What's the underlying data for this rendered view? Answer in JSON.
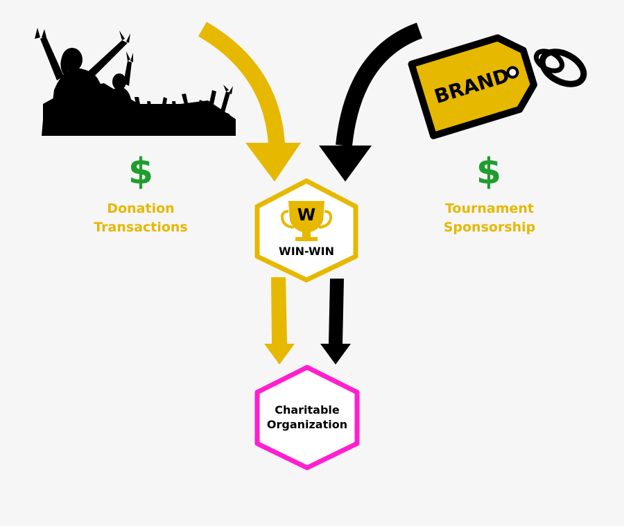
{
  "colors": {
    "gold": "#e6b800",
    "black": "#000000",
    "green": "#1f9d2e",
    "magenta": "#ff1fcf",
    "background": "#f6f6f6"
  },
  "left": {
    "currency_symbol": "$",
    "label_line1": "Donation",
    "label_line2": "Transactions",
    "icon": "crowd-silhouette-icon"
  },
  "right": {
    "currency_symbol": "$",
    "label_line1": "Tournament",
    "label_line2": "Sponsorship",
    "tag_text": "BRAND",
    "icon": "brand-tag-icon"
  },
  "center": {
    "logo_letter": "W",
    "label": "WIN-WIN",
    "icon": "trophy-icon"
  },
  "bottom": {
    "label_line1": "Charitable",
    "label_line2": "Organization"
  }
}
